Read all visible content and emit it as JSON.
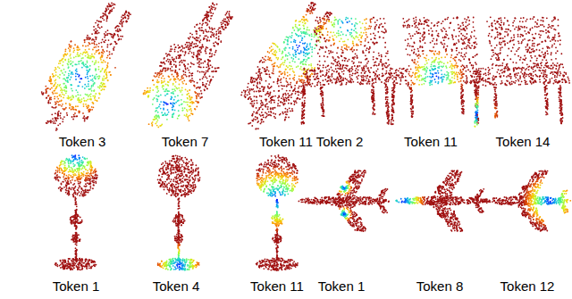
{
  "diagram": {
    "labels": [
      "Token 3",
      "Token 7",
      "Token 11",
      "Token 2",
      "Token 11",
      "Token 14",
      "Token 1",
      "Token 4",
      "Token 11",
      "Token 1",
      "Token 8",
      "Token 12"
    ]
  }
}
